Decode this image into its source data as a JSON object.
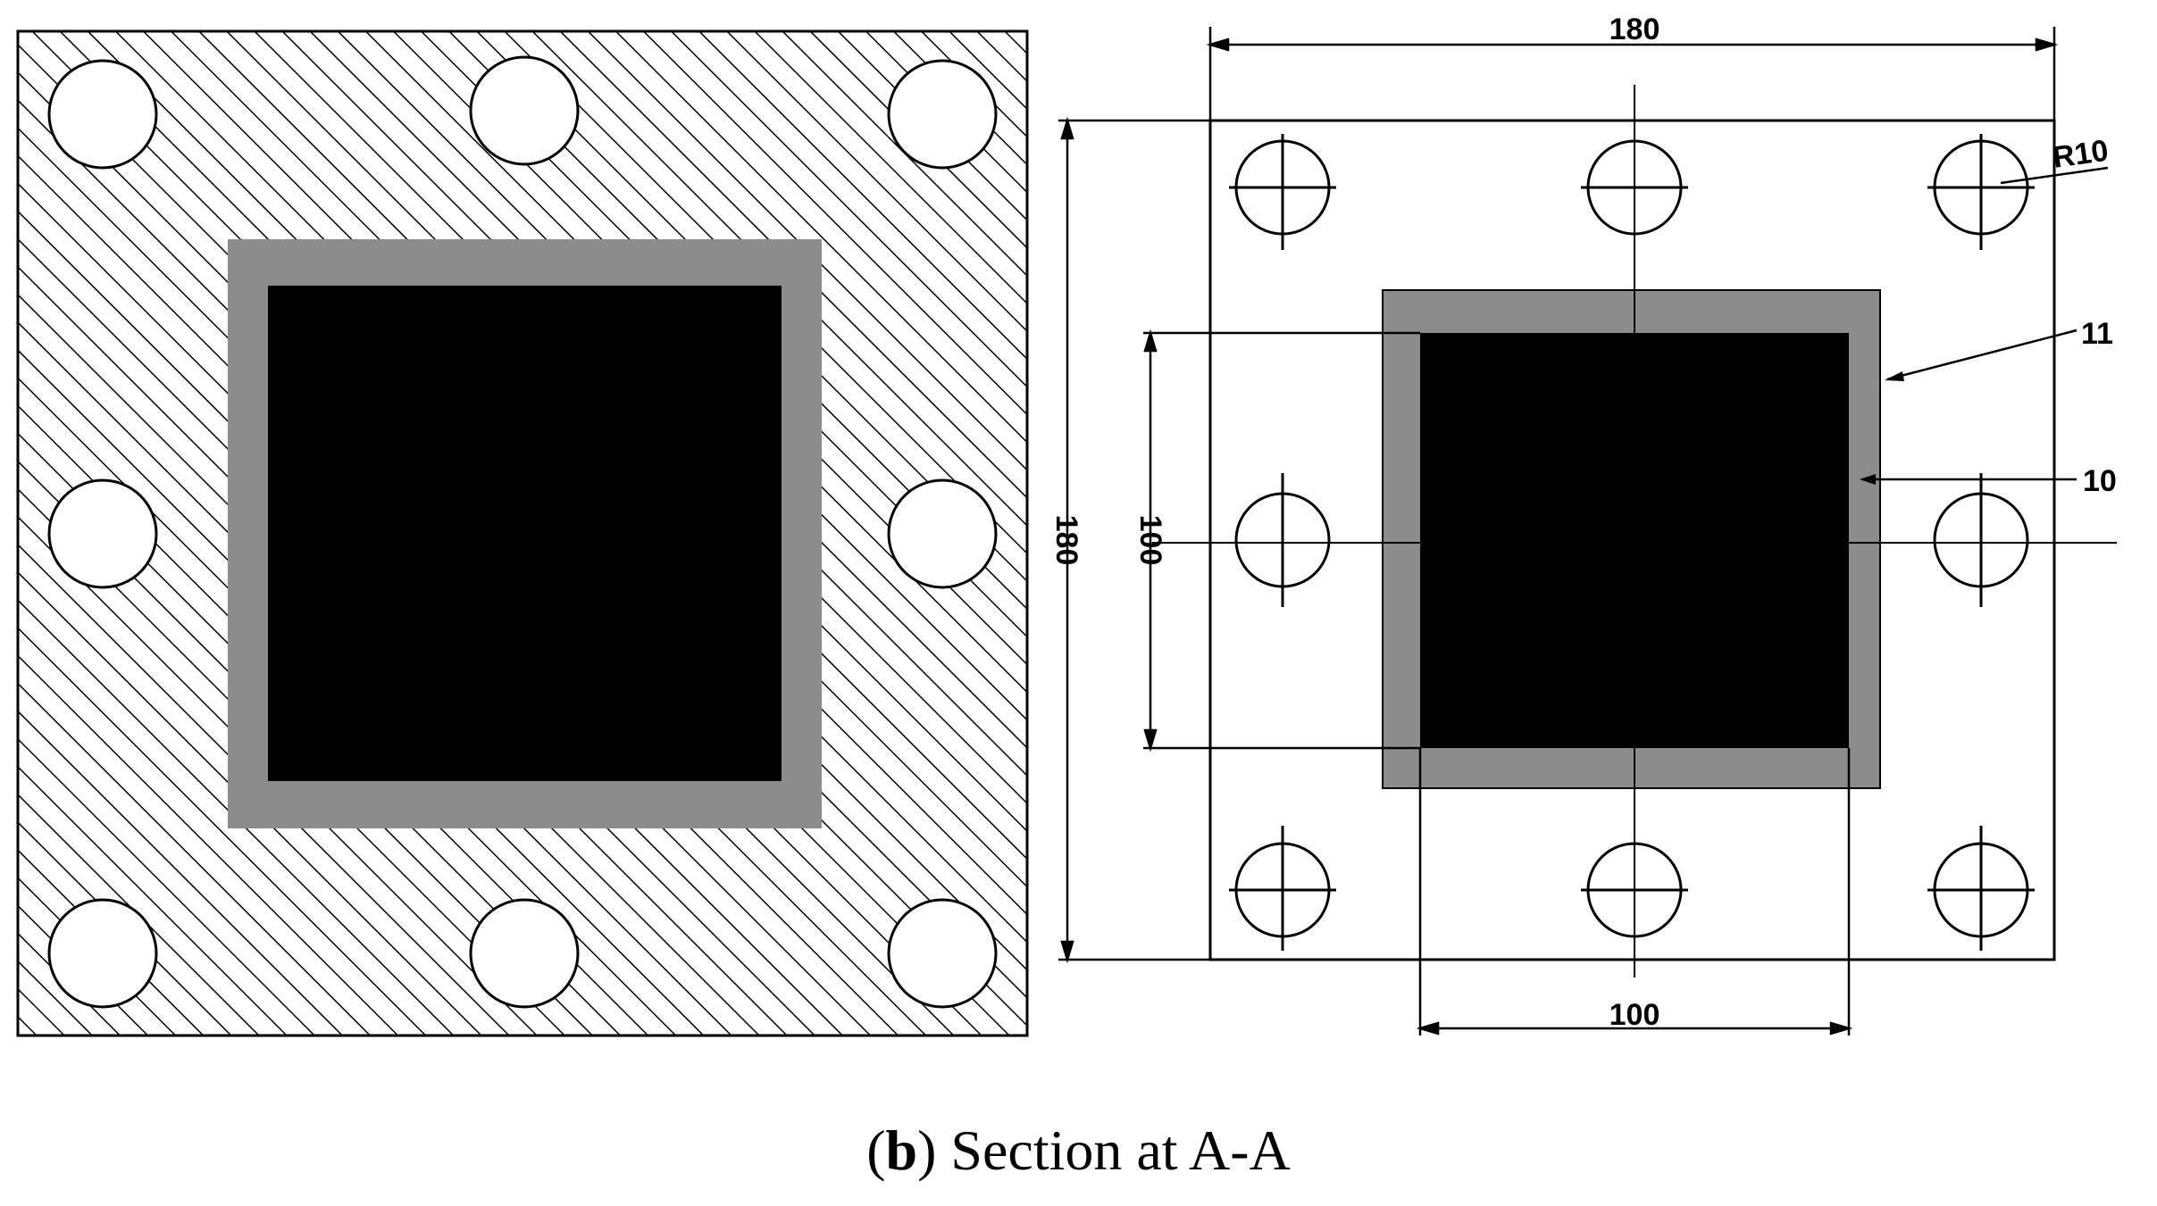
{
  "caption": {
    "label": "b",
    "text": "Section at A-A"
  },
  "dimensions": {
    "top_width": "180",
    "left_height": "180",
    "inner_height": "100",
    "bottom_width": "100"
  },
  "callouts": {
    "hole_radius": "R10",
    "outer_tube": "11",
    "inner_tube": "10"
  },
  "colors": {
    "hatch": "#000000",
    "tube_wall": "#8c8c8c",
    "core": "#000000",
    "background": "#ffffff"
  }
}
